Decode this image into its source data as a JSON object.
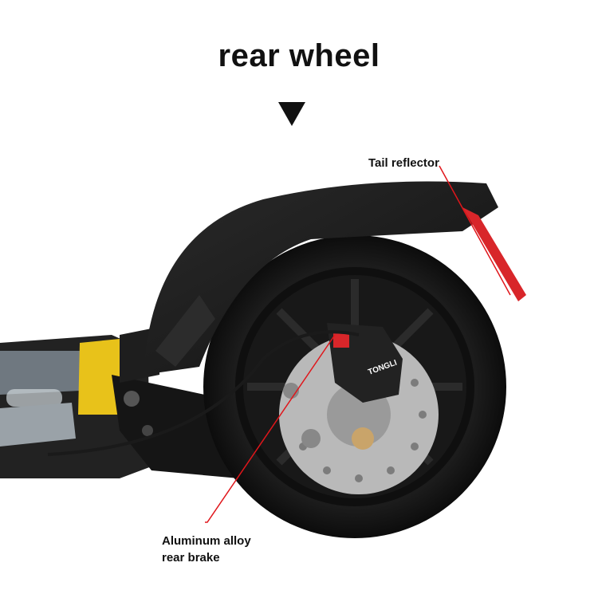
{
  "title": "rear wheel",
  "labels": {
    "tail_reflector": "Tail reflector",
    "brake_line1": "Aluminum alloy",
    "brake_line2": "rear brake"
  },
  "brand_text": "TONGLI",
  "colors": {
    "background": "#ffffff",
    "tire": "#121212",
    "frame": "#1a1a1a",
    "reflector": "#d8262a",
    "callout_line": "#e0161b",
    "disc": "#b9b9b9"
  }
}
